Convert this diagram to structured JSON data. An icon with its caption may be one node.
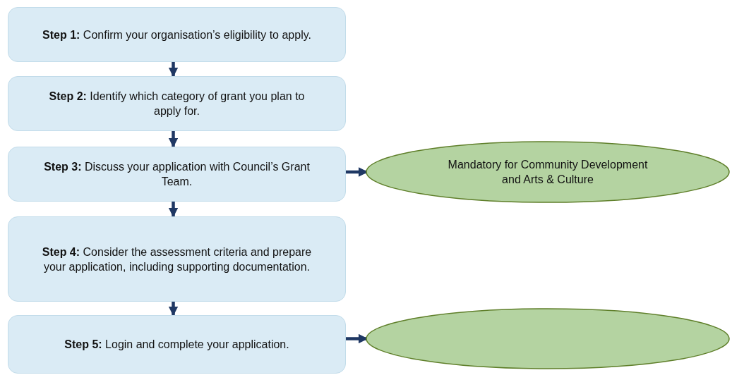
{
  "diagram": {
    "nodes": [
      {
        "text": [
          "**Step 1:** Confirm your organisation’s eligibility to apply."
        ]
      },
      {
        "text": [
          "**Step 2:** Identify which category of grant you plan to apply for."
        ]
      },
      {
        "text": [
          "**Step 3:** Discuss your application with Council’s Grant Team."
        ]
      },
      {
        "text": [
          "**Step 4:** Consider the assessment criteria and prepare your application, including supporting documentation."
        ]
      },
      {
        "text": [
          "**Step 5:** Login and complete your application."
        ]
      },
      {
        "text": [
          "Mandatory for Community Development  and Arts & Culture"
        ]
      },
      {
        "text": [],
        "shape": "ellipse"
      }
    ],
    "edges": [
      {
        "from": 0,
        "to": 1,
        "arrow": "to"
      },
      {
        "from": 1,
        "to": 2,
        "arrow": "to"
      },
      {
        "from": 2,
        "to": 3,
        "arrow": "to"
      },
      {
        "from": 3,
        "to": 4,
        "arrow": "to"
      },
      {
        "from": 2,
        "to": 5,
        "arrow": "to"
      },
      {
        "from": 4,
        "to": 6,
        "arrow": "to"
      }
    ]
  }
}
